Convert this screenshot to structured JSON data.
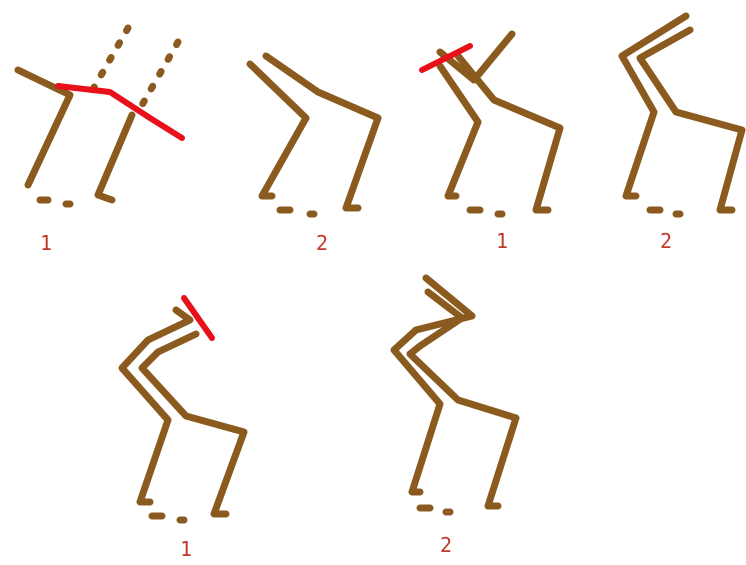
{
  "steps": [
    {
      "label": "1",
      "fold_lines": 1,
      "dashed_lines": true
    },
    {
      "label": "2",
      "fold_lines": 0,
      "dashed_lines": false
    },
    {
      "label": "1",
      "fold_lines": 1,
      "dashed_lines": false
    },
    {
      "label": "2",
      "fold_lines": 0,
      "dashed_lines": false
    },
    {
      "label": "1",
      "fold_lines": 1,
      "dashed_lines": false
    },
    {
      "label": "2",
      "fold_lines": 0,
      "dashed_lines": false
    }
  ],
  "colors": {
    "paper_stroke": "#8b5a1e",
    "fold_mark": "#e8101a",
    "label_text": "#c0392b",
    "background": "#ffffff"
  }
}
